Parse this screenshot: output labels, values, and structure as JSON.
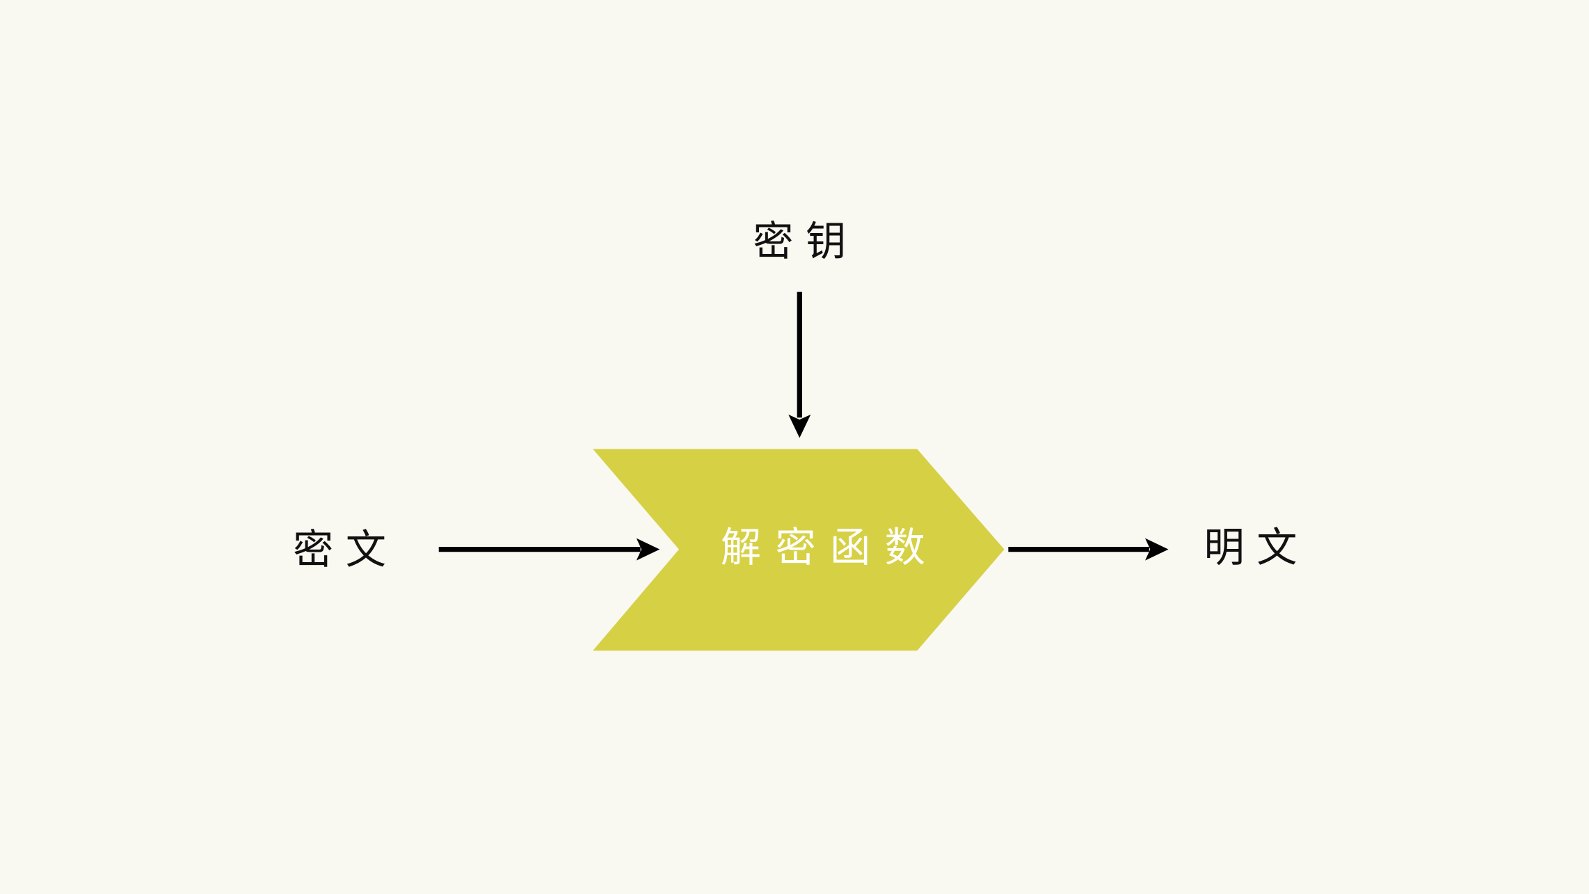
{
  "labels": {
    "key": "密钥",
    "ciphertext": "密文",
    "function": "解密函数",
    "plaintext": "明文"
  },
  "colors": {
    "background": "#f9f8f1",
    "chevron": "#d6d045",
    "arrow": "#000000",
    "function_text": "#ffffff"
  }
}
